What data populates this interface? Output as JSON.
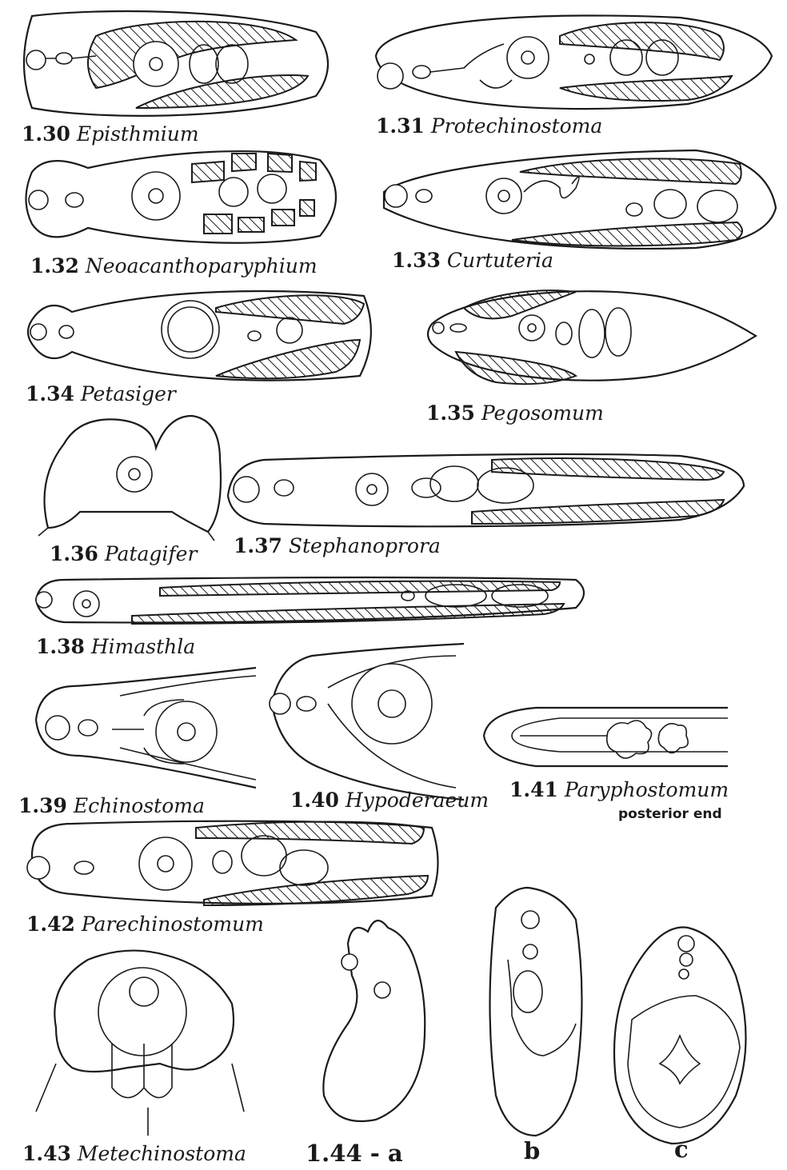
{
  "figures": [
    {
      "number": "1.30",
      "genus": "Episthmium"
    },
    {
      "number": "1.31",
      "genus": "Protechinostoma"
    },
    {
      "number": "1.32",
      "genus": "Neoacanthoparyphium"
    },
    {
      "number": "1.33",
      "genus": "Curtuteria"
    },
    {
      "number": "1.34",
      "genus": "Petasiger"
    },
    {
      "number": "1.35",
      "genus": "Pegosomum"
    },
    {
      "number": "1.36",
      "genus": "Patagifer"
    },
    {
      "number": "1.37",
      "genus": "Stephanoprora"
    },
    {
      "number": "1.38",
      "genus": "Himasthla"
    },
    {
      "number": "1.39",
      "genus": "Echinostoma"
    },
    {
      "number": "1.40",
      "genus": "Hypoderaeum"
    },
    {
      "number": "1.41",
      "genus": "Paryphostomum",
      "note": "posterior end"
    },
    {
      "number": "1.42",
      "genus": "Parechinostomum"
    },
    {
      "number": "1.43",
      "genus": "Metechinostoma"
    }
  ],
  "figure_144": {
    "label_a": "1.44 - a",
    "label_b": "b",
    "label_c": "c"
  }
}
